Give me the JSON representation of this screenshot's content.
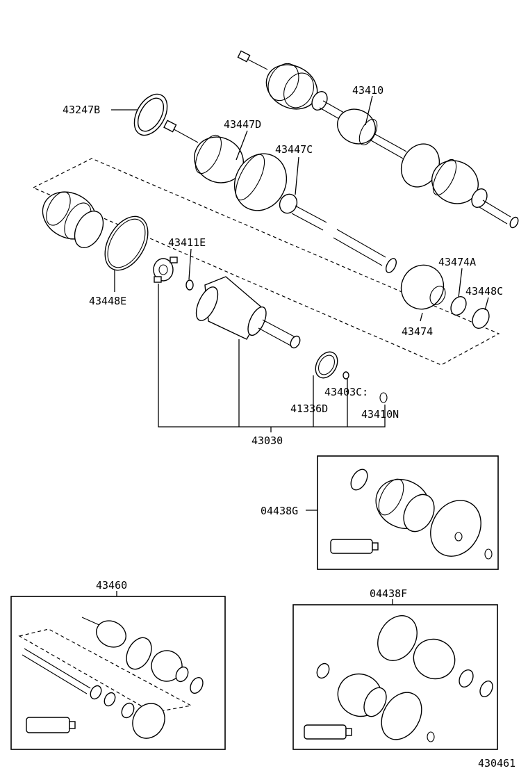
{
  "labels": {
    "l43410": "43410",
    "l43247B": "43247B",
    "l43447D": "43447D",
    "l43447C": "43447C",
    "l43411E": "43411E",
    "l43474A": "43474A",
    "l43448C": "43448C",
    "l43448E": "43448E",
    "l43474": "43474",
    "l43403C": "43403C:",
    "l41336D": "41336D",
    "l43410N": "43410N",
    "l43030": "43030",
    "l04438G": "04438G",
    "l43460": "43460",
    "l04438F": "04438F",
    "l430461": "430461"
  }
}
